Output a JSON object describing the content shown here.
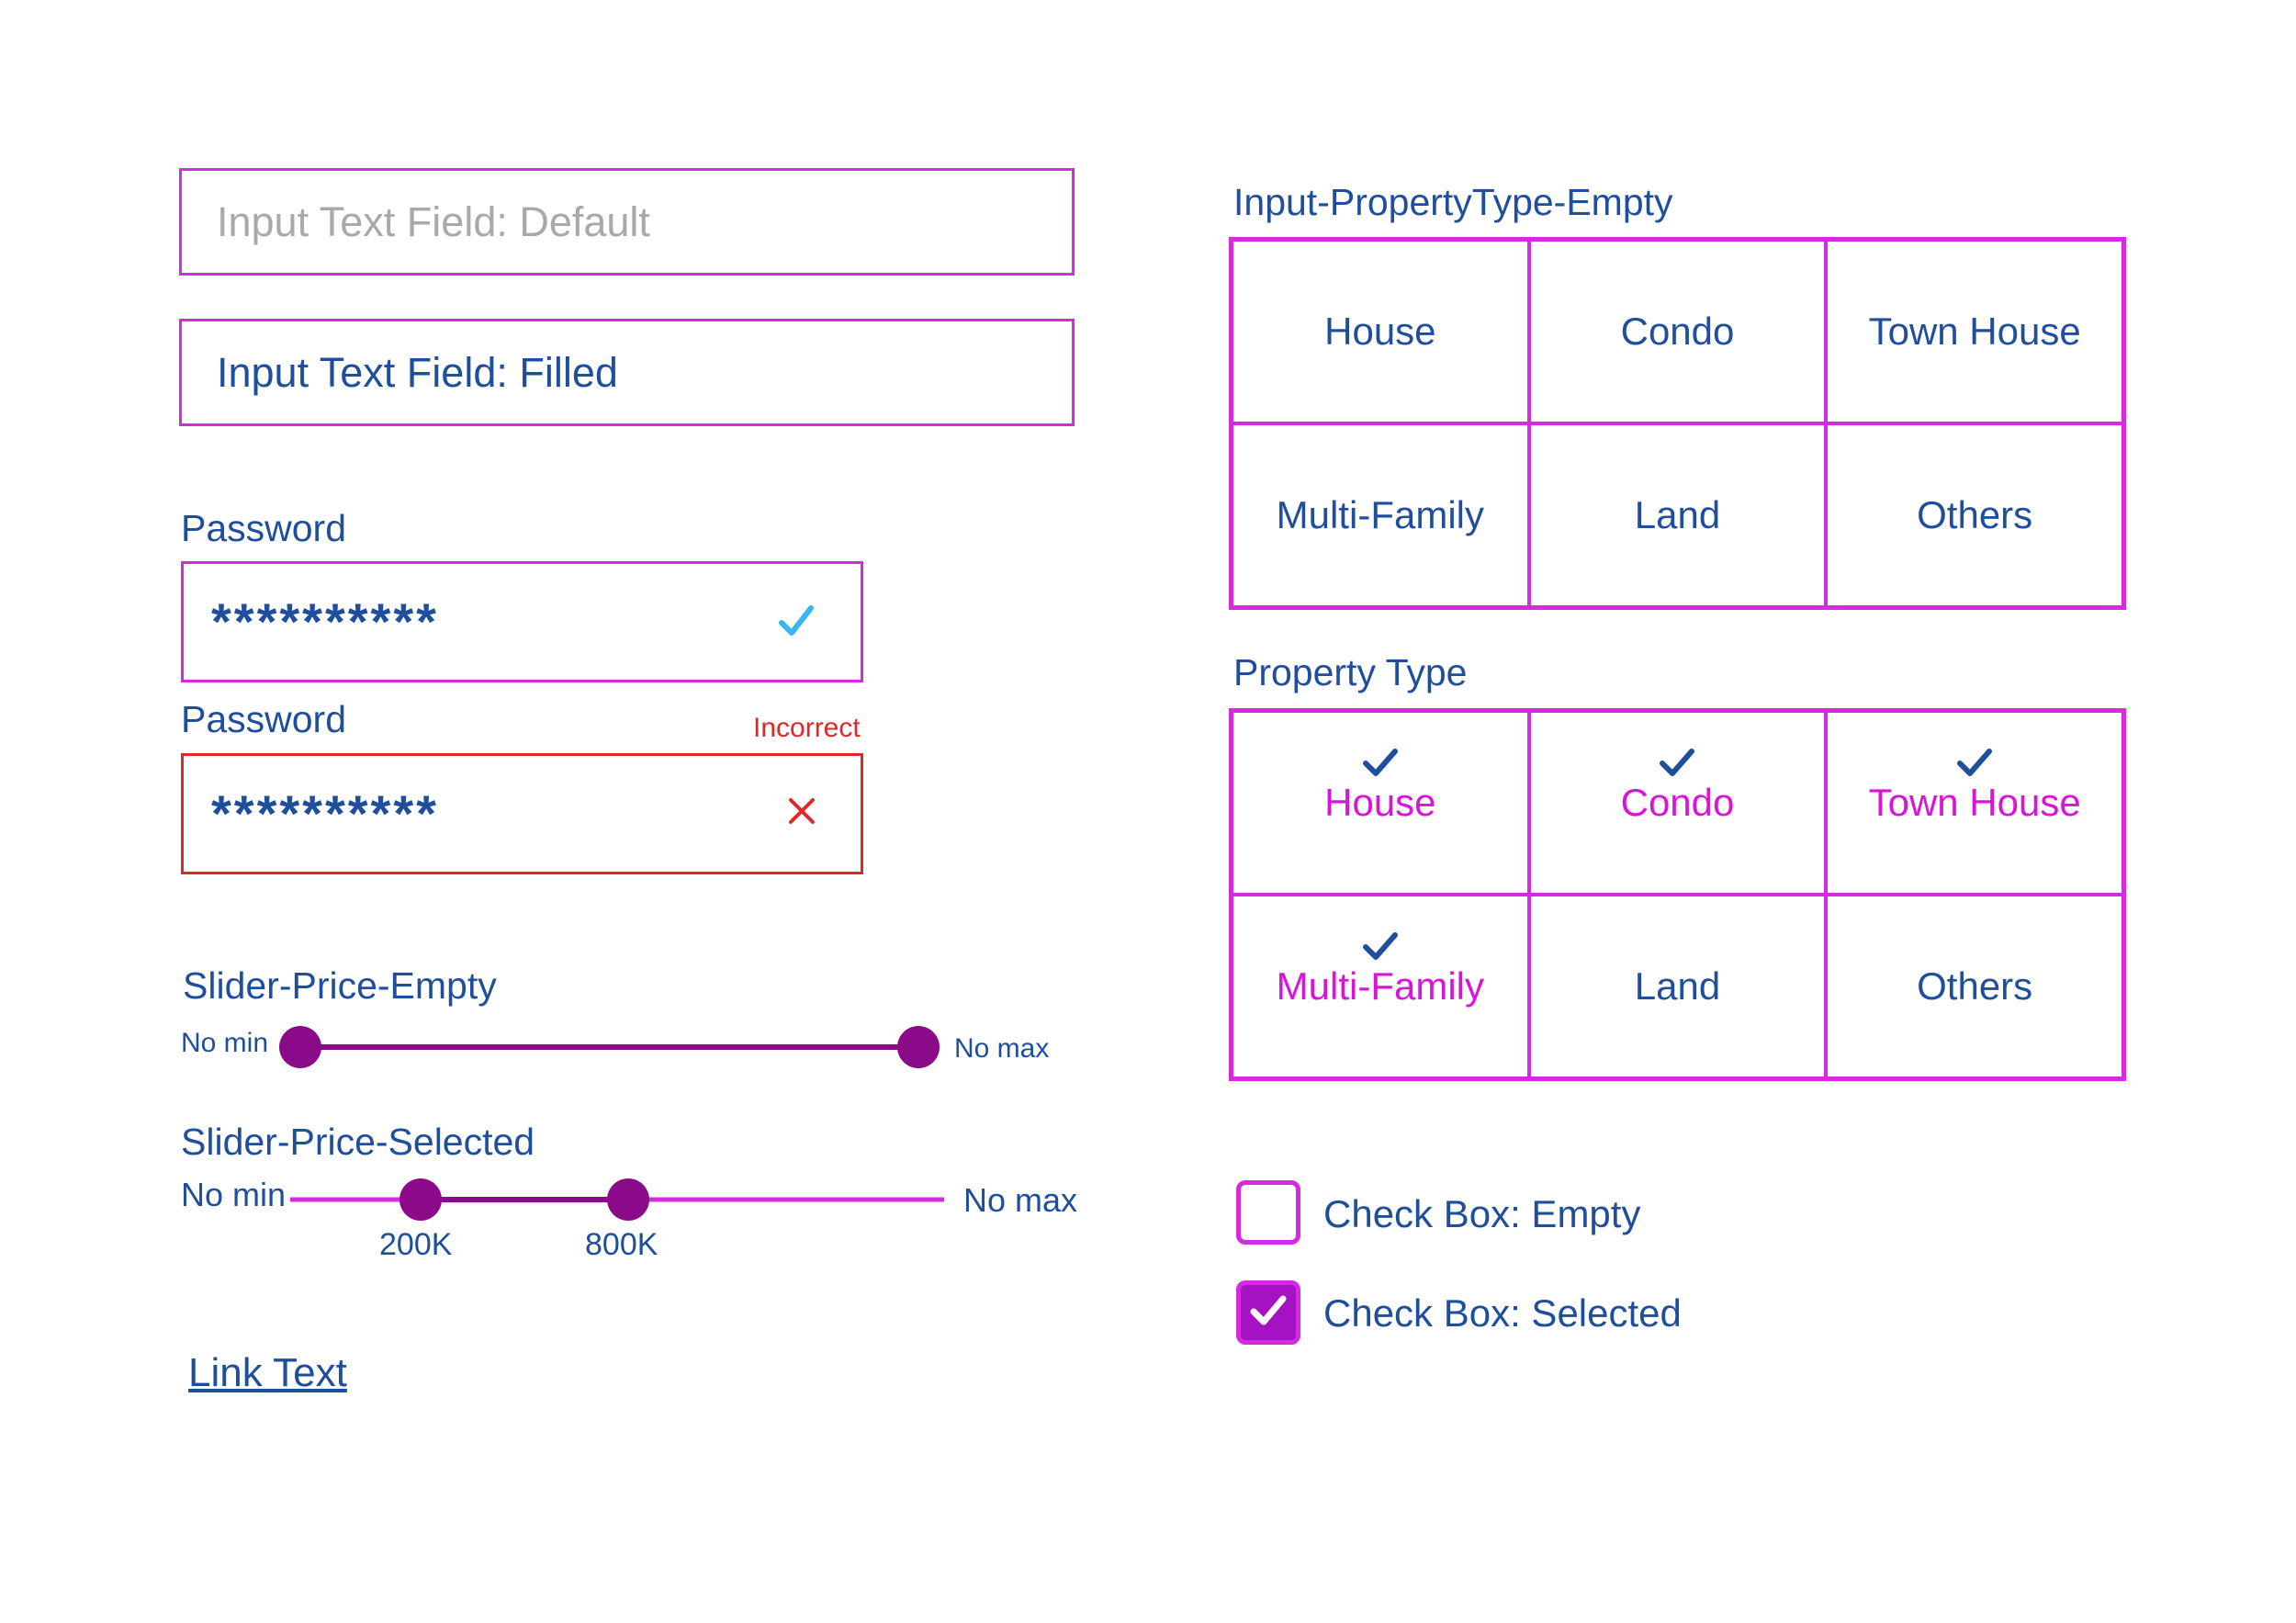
{
  "inputs": {
    "default_placeholder": "Input Text Field: Default",
    "filled_value": "Input Text Field: Filled"
  },
  "password": {
    "valid": {
      "label": "Password",
      "value": "**********"
    },
    "invalid": {
      "label": "Password",
      "value": "**********",
      "error": "Incorrect"
    }
  },
  "slider_empty": {
    "title": "Slider-Price-Empty",
    "min_label": "No min",
    "max_label": "No max"
  },
  "slider_selected": {
    "title": "Slider-Price-Selected",
    "min_label": "No min",
    "max_label": "No max",
    "low_value_label": "200K",
    "high_value_label": "800K"
  },
  "link_text": "Link Text",
  "property_empty": {
    "title": "Input-PropertyType-Empty",
    "options": [
      "House",
      "Condo",
      "Town House",
      "Multi-Family",
      "Land",
      "Others"
    ]
  },
  "property_selected": {
    "title": "Property Type",
    "options": [
      "House",
      "Condo",
      "Town House",
      "Multi-Family",
      "Land",
      "Others"
    ],
    "selected": [
      true,
      true,
      true,
      true,
      false,
      false
    ]
  },
  "checkboxes": {
    "empty_label": "Check Box: Empty",
    "selected_label": "Check Box: Selected"
  },
  "colors": {
    "accent_border": "#d42be0",
    "text_blue": "#1f4f9c",
    "error_red": "#e0282a",
    "slider_purple": "#8a0a8a",
    "selected_magenta": "#d814d8",
    "valid_check": "#38b6f0"
  }
}
